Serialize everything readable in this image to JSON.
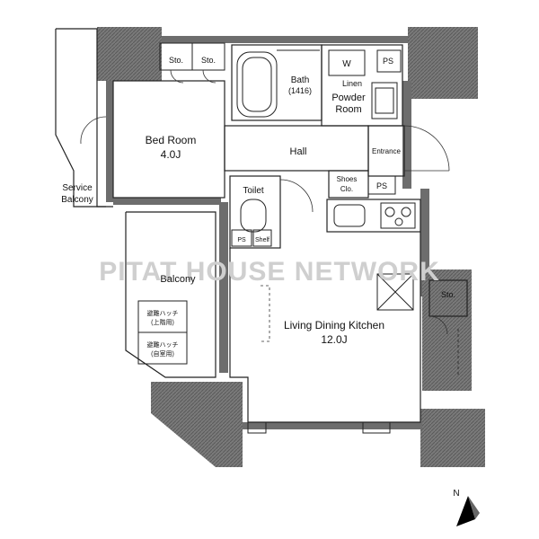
{
  "rooms": {
    "bedroom_name": "Bed Room",
    "bedroom_size": "4.0J",
    "bath_name": "Bath",
    "bath_size": "(1416)",
    "powder_line1": "Powder",
    "powder_line2": "Room",
    "linen": "Linen",
    "washer": "W",
    "hall": "Hall",
    "entrance": "Entrance",
    "shoes_line1": "Shoes",
    "shoes_line2": "Clo.",
    "toilet": "Toilet",
    "shelf": "Shelf",
    "ldk_name": "Living Dining Kitchen",
    "ldk_size": "12.0J",
    "balcony": "Balcony",
    "service_line1": "Service",
    "service_line2": "Balcony",
    "storage_1": "Sto.",
    "storage_2": "Sto.",
    "storage_3": "Sto.",
    "ps_1": "PS",
    "ps_2": "PS",
    "ps_3": "PS"
  },
  "hatch_labels": {
    "hatch_1_line1": "避難ハッチ",
    "hatch_1_line2": "(上階用)",
    "hatch_2_line1": "避難ハッチ",
    "hatch_2_line2": "(自室用)"
  },
  "watermark": "PITAT HOUSE NETWORK",
  "compass_letter": "N"
}
